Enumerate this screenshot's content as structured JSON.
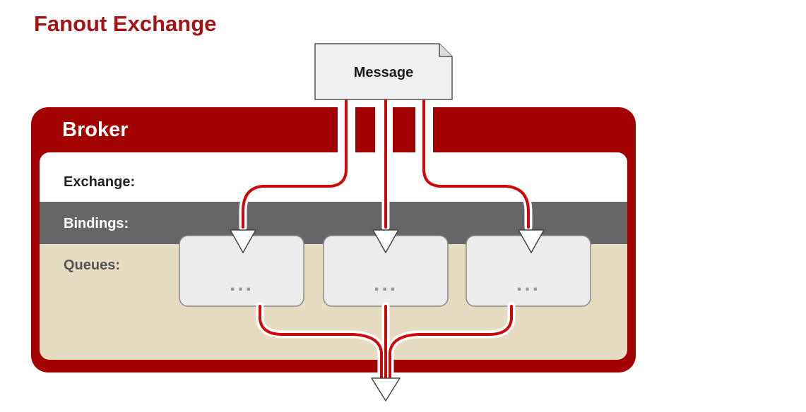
{
  "title": "Fanout Exchange",
  "message": {
    "label": "Message"
  },
  "broker": {
    "label": "Broker",
    "rows": {
      "exchange": "Exchange:",
      "bindings": "Bindings:",
      "queues": "Queues:"
    },
    "queues": [
      {
        "label": "..."
      },
      {
        "label": "..."
      },
      {
        "label": "..."
      }
    ]
  },
  "colors": {
    "title": "#a31515",
    "broker_red": "#a30000",
    "flow_line": "#cc0a0a",
    "exchange_row": "#ffffff",
    "bindings_row": "#666666",
    "queues_row": "#e6dcc2",
    "queue_box": "#ececec",
    "message_box": "#f1f1f1",
    "row_text_dark": "#222222",
    "row_text_light": "#ffffff",
    "queues_text": "#555555",
    "dots": "#999999"
  }
}
